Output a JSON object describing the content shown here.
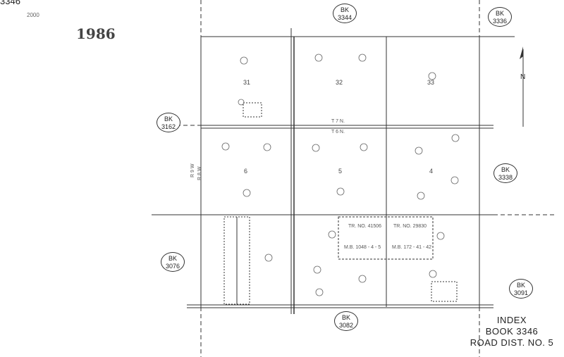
{
  "header": {
    "book_number": "3346",
    "date_stamp": "2000",
    "year": "1986"
  },
  "book_refs": [
    {
      "id": "top",
      "bk": "BK",
      "num": "3344"
    },
    {
      "id": "topright",
      "bk": "BK",
      "num": "3336"
    },
    {
      "id": "left1",
      "bk": "BK",
      "num": "3162"
    },
    {
      "id": "right1",
      "bk": "BK",
      "num": "3338"
    },
    {
      "id": "left2",
      "bk": "BK",
      "num": "3076"
    },
    {
      "id": "right2",
      "bk": "BK",
      "num": "3091"
    },
    {
      "id": "bottom",
      "bk": "BK",
      "num": "3082"
    }
  ],
  "sections": [
    "31",
    "32",
    "33",
    "6",
    "5",
    "4"
  ],
  "township": {
    "north": "T 7 N.",
    "south": "T 6 N."
  },
  "range": {
    "west": "R 9 W",
    "east": "R 8 W"
  },
  "tracts": {
    "tr1": "TR. NO. 41506",
    "tr2": "TR. NO. 29830",
    "mb1": "M.B. 1048 - 4 - 5",
    "mb2": "M.B. 172 - 41 - 42"
  },
  "north_label": "N",
  "index": {
    "line1": "INDEX",
    "line2": "BOOK 3346",
    "line3": "ROAD DIST. NO. 5"
  }
}
